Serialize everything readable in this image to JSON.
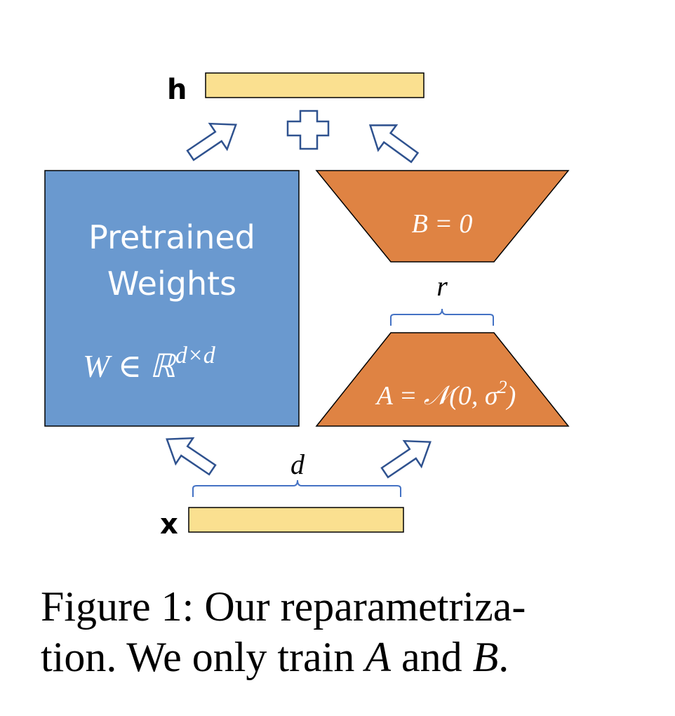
{
  "labels": {
    "h": "h",
    "x": "x",
    "plus": "+",
    "d": "d",
    "r": "r"
  },
  "pretrained": {
    "line1": "Pretrained",
    "line2": "Weights",
    "formula_base": "W ∈ ℝ",
    "formula_sup": "d×d"
  },
  "matrix_b": {
    "formula": "B = 0"
  },
  "matrix_a": {
    "formula_base": "A = 𝒩(0, σ",
    "formula_sup": "2",
    "formula_end": ")"
  },
  "caption": {
    "line1": "Figure 1: Our reparametriza-",
    "line2_pre": "tion. We only train ",
    "var_a": "A",
    "mid": " and ",
    "var_b": "B",
    "end": "."
  },
  "colors": {
    "vector_fill": "#fae090",
    "pretrained_fill": "#6a99cf",
    "lora_fill": "#df8343",
    "arrow_stroke": "#2f528f",
    "brace_stroke": "#4472c4"
  }
}
